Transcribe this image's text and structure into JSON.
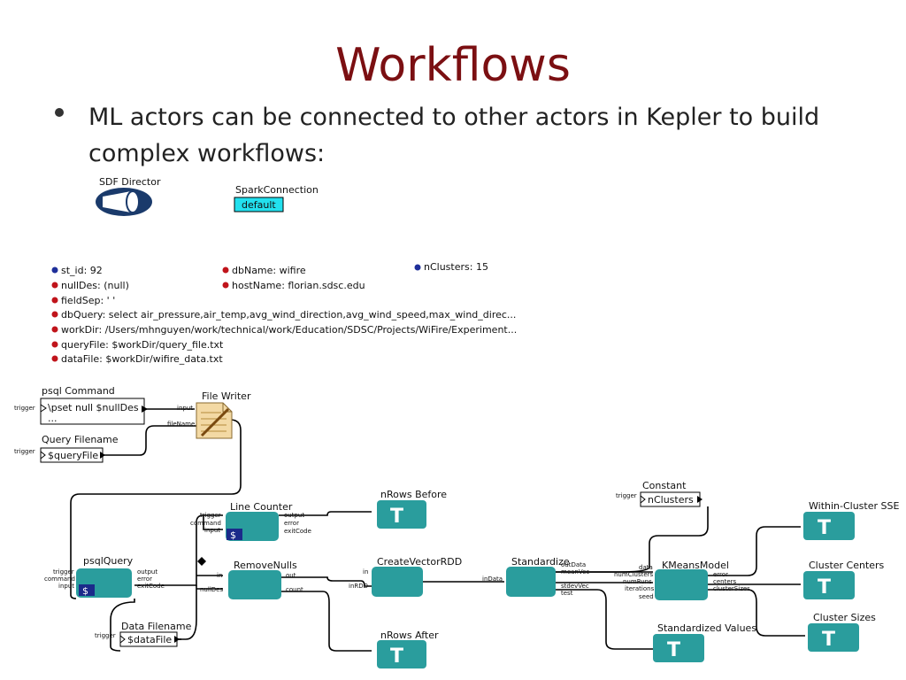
{
  "slide": {
    "title": "Workflows",
    "bullet": "ML actors can be connected to other actors in Kepler to build complex workflows:"
  },
  "director": {
    "label": "SDF Director"
  },
  "spark": {
    "label": "SparkConnection",
    "value": "default"
  },
  "parameters": {
    "st_id": "st_id: 92",
    "dbName": "dbName: wifire",
    "nClusters": "nClusters: 15",
    "nullDes": "nullDes: (null)",
    "hostName": "hostName: florian.sdsc.edu",
    "fieldSep": "fieldSep: ' '",
    "dbQuery": "dbQuery: select air_pressure,air_temp,avg_wind_direction,avg_wind_speed,max_wind_direc...",
    "workDir": "workDir: /Users/mhnguyen/work/technical/work/Education/SDSC/Projects/WiFire/Experiment...",
    "queryFile": "queryFile: $workDir/query_file.txt",
    "dataFile": "dataFile: $workDir/wifire_data.txt"
  },
  "actors": {
    "psql_command": {
      "label": "psql Command",
      "line1": "\\pset null $nullDes",
      "line2": "...",
      "trigger": "trigger"
    },
    "file_writer": {
      "label": "File Writer",
      "input": "input",
      "fileName": "fileName"
    },
    "query_filename": {
      "label": "Query Filename",
      "value": "$queryFile",
      "trigger": "trigger"
    },
    "line_counter": {
      "label": "Line Counter",
      "trigger": "trigger",
      "command": "command",
      "input": "input",
      "output": "output",
      "error": "error",
      "exitCode": "exitCode"
    },
    "nrows_before": {
      "label": "nRows Before"
    },
    "psql_query": {
      "label": "psqlQuery",
      "trigger": "trigger",
      "command": "command",
      "input": "input",
      "output": "output",
      "error": "error",
      "exitCode": "exitCode"
    },
    "remove_nulls": {
      "label": "RemoveNulls",
      "in": "in",
      "nullDes": "nullDes",
      "out": "out",
      "count": "count"
    },
    "create_vector_rdd": {
      "label": "CreateVectorRDD",
      "in": "in",
      "inRDD": "inRDD"
    },
    "standardize": {
      "label": "Standardize",
      "inData": "inData",
      "outData": "outData",
      "meanVec": "meanVec",
      "stdevVec": "stdevVec",
      "test": "test"
    },
    "constant": {
      "label": "Constant",
      "value": "nClusters",
      "trigger": "trigger"
    },
    "kmeans": {
      "label": "KMeansModel",
      "data": "data",
      "numClusters": "numClusters",
      "numRuns": "numRuns",
      "iterations": "iterations",
      "seed": "seed",
      "error": "error",
      "centers": "centers",
      "clusterSizes": "clusterSizes"
    },
    "within_sse": {
      "label": "Within-Cluster SSE"
    },
    "cluster_centers": {
      "label": "Cluster Centers"
    },
    "cluster_sizes": {
      "label": "Cluster Sizes"
    },
    "standardized_values": {
      "label": "Standardized Values"
    },
    "nrows_after": {
      "label": "nRows After"
    },
    "data_filename": {
      "label": "Data Filename",
      "value": "$dataFile",
      "trigger": "trigger"
    }
  },
  "display_glyph": "T",
  "shell_glyph": "$",
  "colors": {
    "title": "#7b0f12",
    "actor": "#2a9d9d",
    "param_red": "#c0141b",
    "param_blue": "#1f2f9a",
    "director": "#1a3a6b",
    "spark_fill": "#22e0ee"
  }
}
